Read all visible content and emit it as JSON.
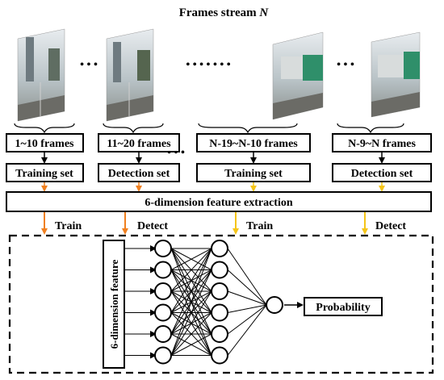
{
  "title": "Frames stream N",
  "title_prefix": "Frames stream ",
  "title_var": "N",
  "frame_groups": [
    {
      "frames_label": "1~10 frames",
      "set_label": "Training set",
      "action": "Train",
      "arrow_color": "#F08020"
    },
    {
      "frames_label": "11~20 frames",
      "set_label": "Detection set",
      "action": "Detect",
      "arrow_color": "#F08020"
    },
    {
      "frames_label": "N-19~N-10 frames",
      "set_label": "Training set",
      "action": "Train",
      "arrow_color": "#F5C518"
    },
    {
      "frames_label": "N-9~N frames",
      "set_label": "Detection set",
      "action": "Detect",
      "arrow_color": "#F5C518"
    }
  ],
  "ellipses": [
    "• • •",
    "• • • • • • •",
    "• • •",
    "• • •"
  ],
  "feature_extraction_label": "6-dimension feature extraction",
  "network": {
    "input_label": "6-dimension feature",
    "output_label": "Probability",
    "input_nodes": 6,
    "hidden_nodes": 6,
    "output_nodes": 1
  },
  "colors": {
    "orange": "#F08020",
    "yellow": "#F5C518",
    "black": "#000000"
  }
}
